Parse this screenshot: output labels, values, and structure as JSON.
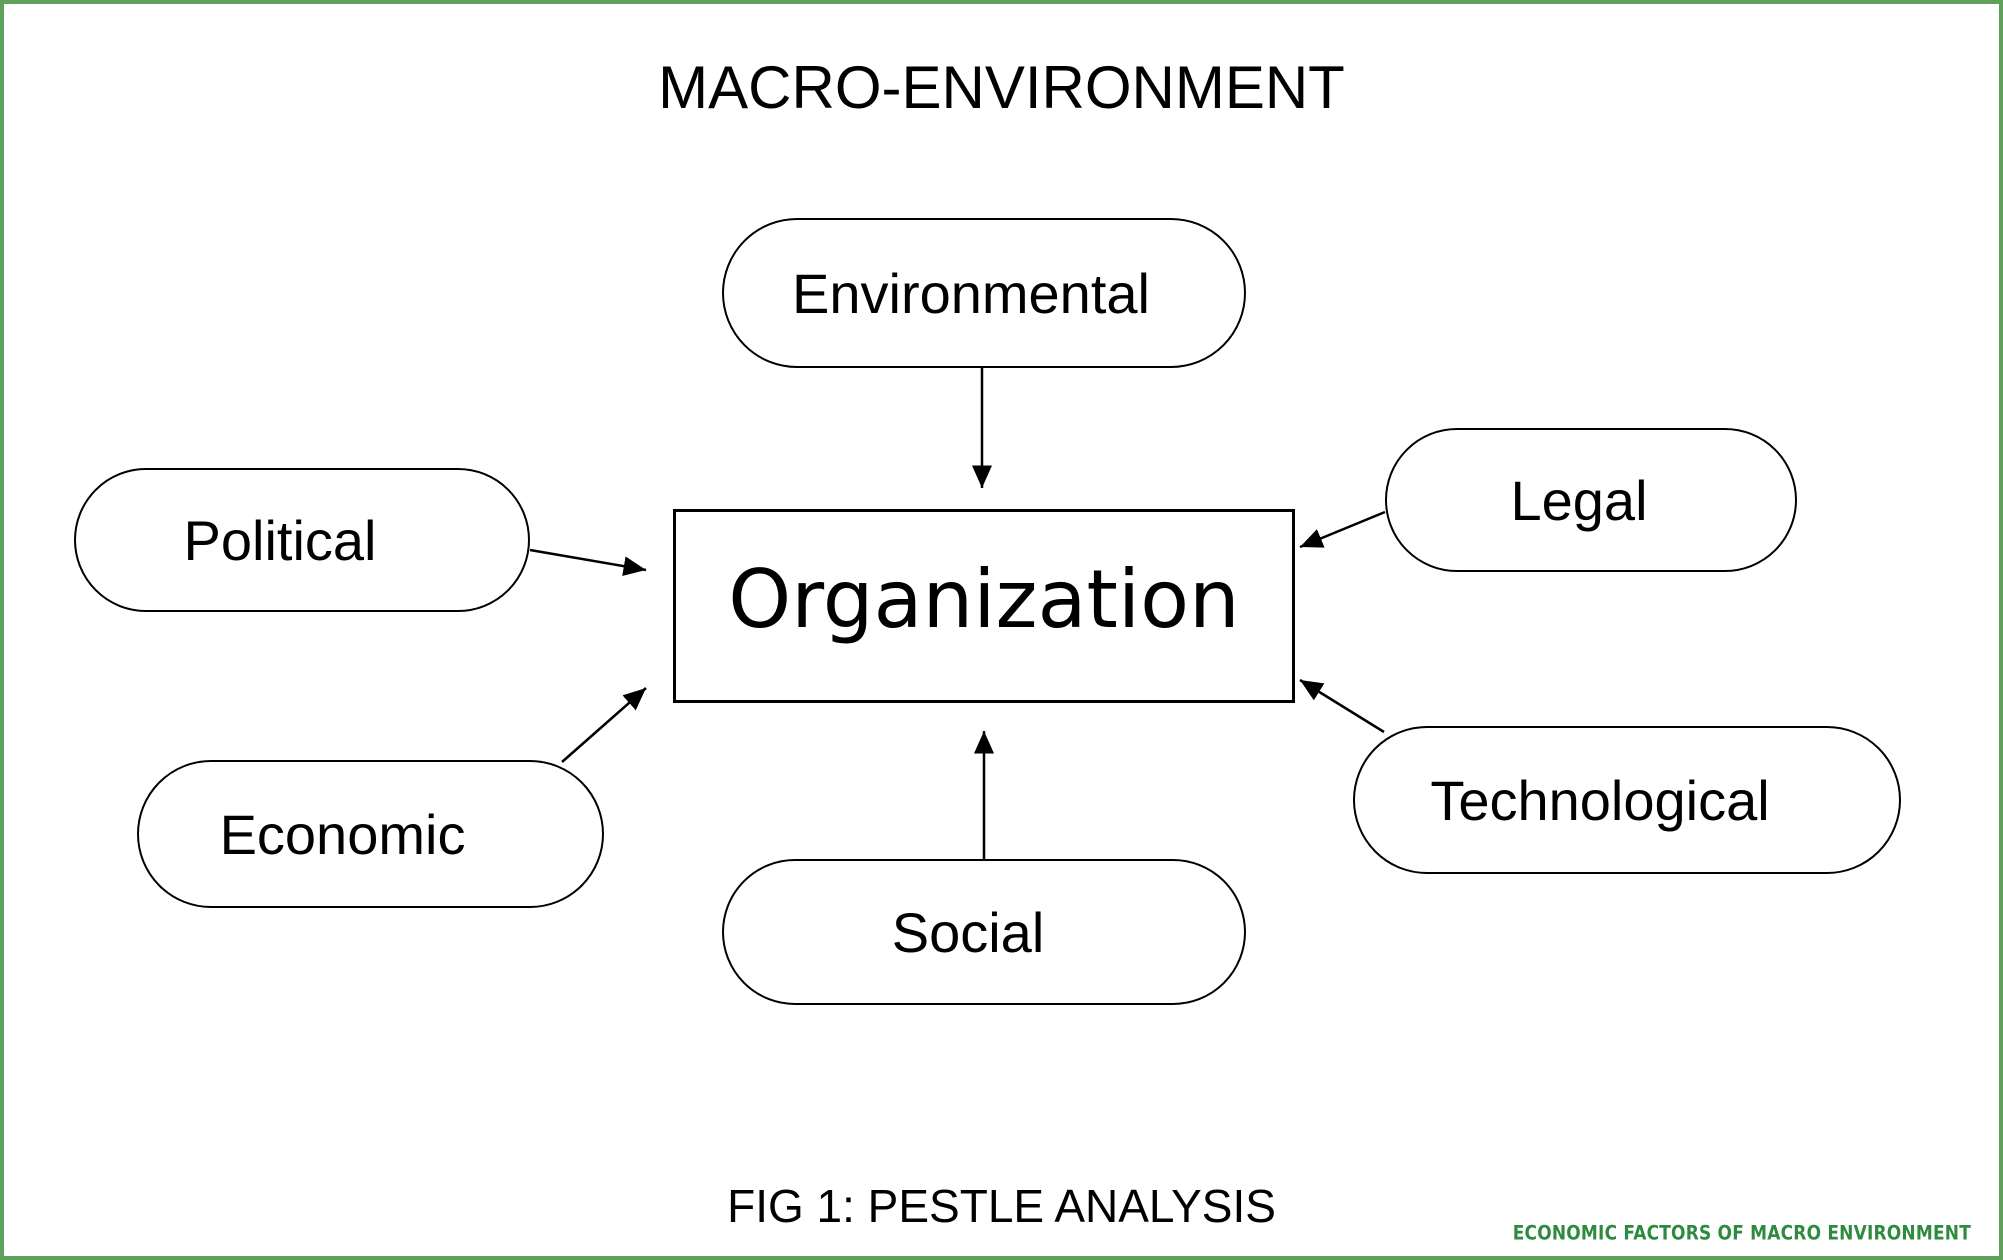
{
  "diagram": {
    "title": "MACRO-ENVIRONMENT",
    "center": "Organization",
    "factors": {
      "environmental": "Environmental",
      "political": "Political",
      "legal": "Legal",
      "economic": "Economic",
      "technological": "Technological",
      "social": "Social"
    },
    "caption": "FIG 1: PESTLE ANALYSIS"
  },
  "watermark": "ECONOMIC FACTORS OF MACRO ENVIRONMENT",
  "colors": {
    "frame_border": "#5fa05c",
    "watermark_text": "#2e8a3e",
    "stroke": "#000000"
  }
}
